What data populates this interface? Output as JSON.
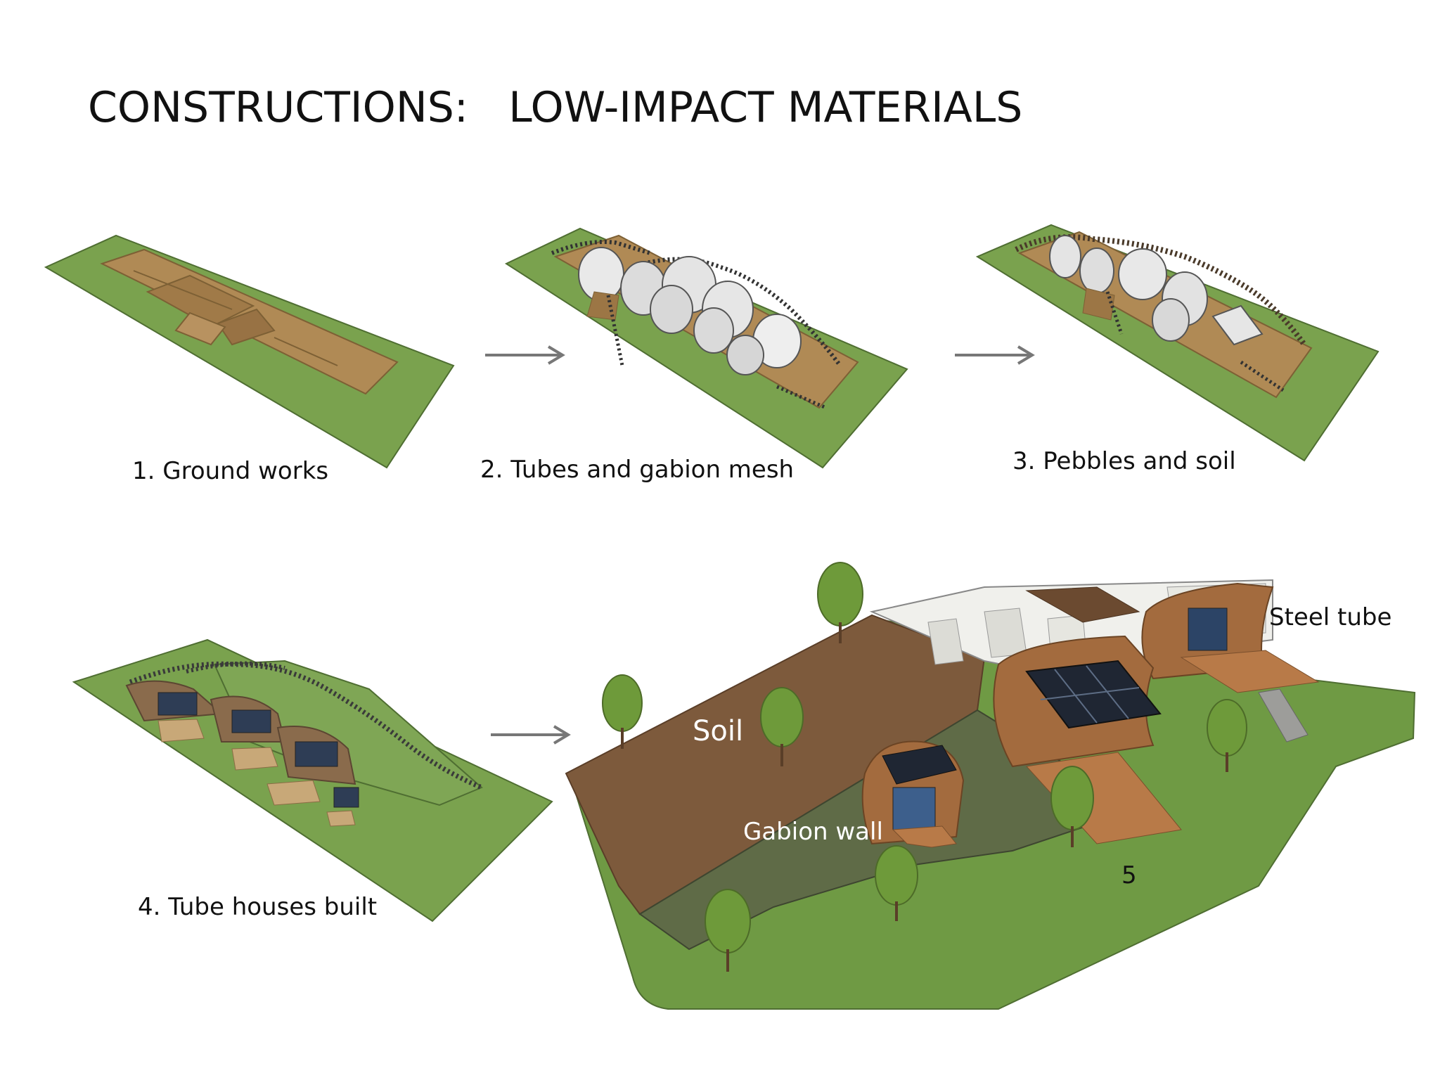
{
  "title": "CONSTRUCTIONS:   LOW-IMPACT MATERIALS",
  "steps": [
    {
      "label": "1. Ground works"
    },
    {
      "label": "2. Tubes and gabion mesh"
    },
    {
      "label": "3. Pebbles and soil"
    },
    {
      "label": "4. Tube houses built"
    }
  ],
  "final": {
    "number": "5",
    "labels": {
      "soil": "Soil",
      "gabion_wall": "Gabion wall",
      "steel_tube": "Steel tube"
    }
  },
  "colors": {
    "grass": "#7aa24e",
    "earth": "#b08a55",
    "arrow": "#777777",
    "soil": "#7d5a3c"
  }
}
